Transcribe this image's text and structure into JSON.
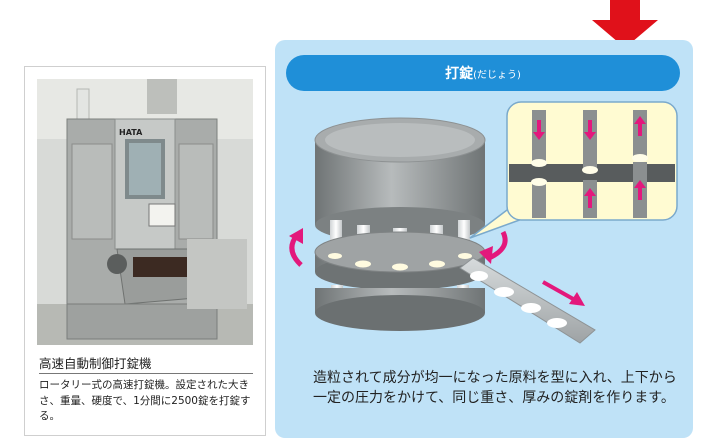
{
  "photo_card": {
    "title": "高速自動制御打錠機",
    "description": "ロータリー式の高速打錠機。設定された大きさ、重量、硬度で、1分間に2500錠を打錠する。",
    "machine_label": "HATA"
  },
  "panel": {
    "title": "打錠",
    "title_reading": "(だじょう)",
    "description": "造粒されて成分が均一になった原料を型に入れ、上下から一定の圧力をかけて、同じ重さ、厚みの錠剤を作ります。"
  },
  "colors": {
    "panel_bg": "#bfe2f7",
    "pill_blue": "#1f8fd8",
    "arrow_red": "#e0111a",
    "motion_pink": "#e3187c"
  }
}
